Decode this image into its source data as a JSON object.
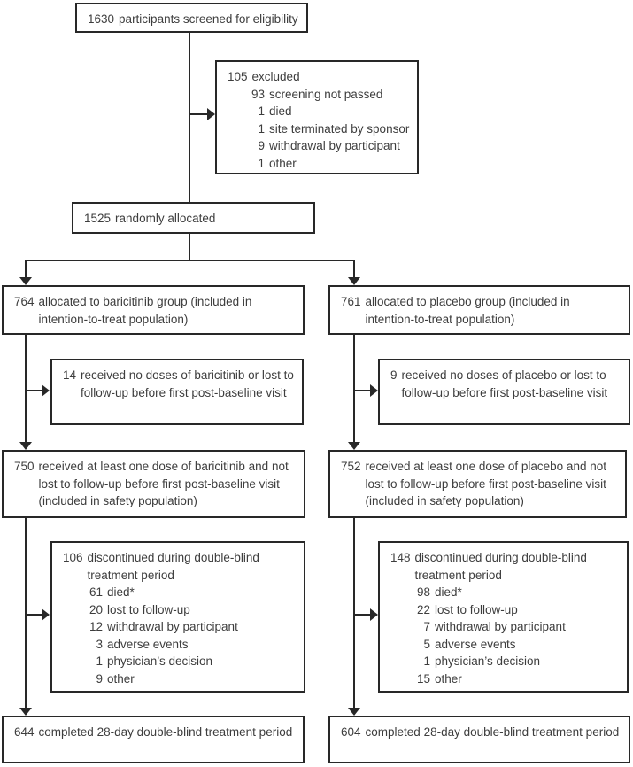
{
  "flowchart": {
    "colors": {
      "line": "#282828",
      "text": "#3d3d3d",
      "background": "#ffffff"
    },
    "screened": {
      "n": "1630",
      "text": "participants screened for eligibility"
    },
    "excluded": {
      "n": "105",
      "text": "excluded",
      "reasons": [
        {
          "n": "93",
          "text": "screening not passed"
        },
        {
          "n": "1",
          "text": "died"
        },
        {
          "n": "1",
          "text": "site terminated by sponsor"
        },
        {
          "n": "9",
          "text": "withdrawal by participant"
        },
        {
          "n": "1",
          "text": "other"
        }
      ]
    },
    "randomised": {
      "n": "1525",
      "text": "randomly allocated"
    },
    "baricitinib": {
      "allocated": {
        "n": "764",
        "text": "allocated to baricitinib group (included in intention-to-treat population)"
      },
      "not_dosed": {
        "n": "14",
        "text": "received no doses of baricitinib or lost to follow-up before first post-baseline visit"
      },
      "safety": {
        "n": "750",
        "text": "received at least one dose of baricitinib and not lost to follow-up before first post-baseline visit (included in safety population)"
      },
      "discontinued": {
        "n": "106",
        "text": "discontinued during double-blind treatment period",
        "reasons": [
          {
            "n": "61",
            "text": "died*"
          },
          {
            "n": "20",
            "text": "lost to follow-up"
          },
          {
            "n": "12",
            "text": "withdrawal by participant"
          },
          {
            "n": "3",
            "text": "adverse events"
          },
          {
            "n": "1",
            "text": "physician’s decision"
          },
          {
            "n": "9",
            "text": "other"
          }
        ]
      },
      "completed": {
        "n": "644",
        "text": "completed 28-day double-blind treatment period"
      }
    },
    "placebo": {
      "allocated": {
        "n": "761",
        "text": "allocated to placebo group (included in intention-to-treat population)"
      },
      "not_dosed": {
        "n": "9",
        "text": "received no doses of placebo or lost to follow-up before first post-baseline visit"
      },
      "safety": {
        "n": "752",
        "text": "received at least one dose of placebo and not lost to follow-up before first post-baseline visit (included in safety population)"
      },
      "discontinued": {
        "n": "148",
        "text": "discontinued during double-blind treatment period",
        "reasons": [
          {
            "n": "98",
            "text": "died*"
          },
          {
            "n": "22",
            "text": "lost to follow-up"
          },
          {
            "n": "7",
            "text": "withdrawal by participant"
          },
          {
            "n": "5",
            "text": "adverse events"
          },
          {
            "n": "1",
            "text": "physician’s decision"
          },
          {
            "n": "15",
            "text": "other"
          }
        ]
      },
      "completed": {
        "n": "604",
        "text": "completed 28-day double-blind treatment period"
      }
    }
  }
}
